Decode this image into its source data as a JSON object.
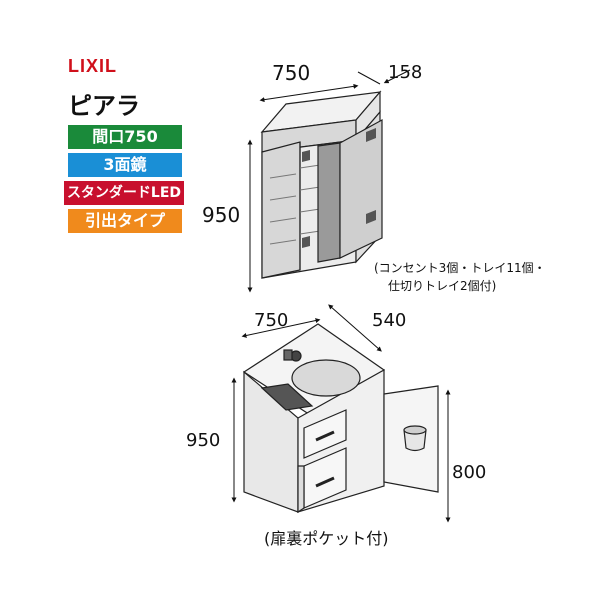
{
  "brand": {
    "logo_text": "LIXIL",
    "logo_color": "#d0101b"
  },
  "product": {
    "name": "ピアラ"
  },
  "badges": [
    {
      "label": "間口750",
      "color": "#1a8a3a"
    },
    {
      "label": "3面鏡",
      "color": "#1a8fd6"
    },
    {
      "label": "スタンダードLED",
      "color": "#c8102e"
    },
    {
      "label": "引出タイプ",
      "color": "#f08a1c"
    }
  ],
  "mirror_cabinet": {
    "width_dim": "750",
    "depth_dim": "158",
    "height_dim": "950",
    "note_line1": "(コンセント3個・トレイ11個・",
    "note_line2": "仕切りトレイ2個付)"
  },
  "vanity": {
    "width_dim": "750",
    "depth_dim": "540",
    "height_dim": "950",
    "counter_height_dim": "800",
    "note": "(扉裏ポケット付)"
  }
}
